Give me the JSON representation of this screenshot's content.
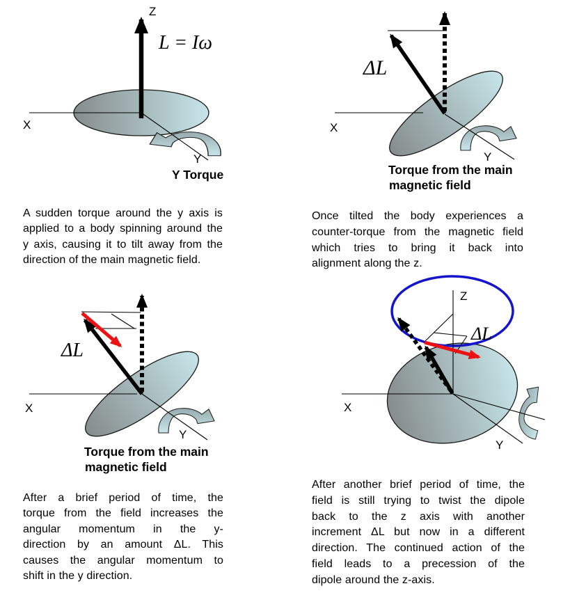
{
  "figure": {
    "title": "Precession of a spinning dipole in a magnetic field (4-panel diagram)",
    "colors": {
      "disk_dark": "#868c8c",
      "disk_light": "#c6e5e9",
      "arrow_dark": "#98acae",
      "arrow_light": "#c8e6ea",
      "arrow_red": "#ee1111",
      "precession_blue": "#1414cc",
      "ink": "#000000"
    },
    "panels": [
      {
        "id": "top-left",
        "z_label": "Z",
        "x_label": "X",
        "y_label": "Y",
        "equation": "L = Iω",
        "torque_label": "Y Torque",
        "caption_lines": [
          "A sudden torque around the y axis is",
          "applied to a body spinning around the",
          "y axis, causing it to tilt away from the",
          "direction of the main magnetic field."
        ]
      },
      {
        "id": "top-right",
        "x_label": "X",
        "y_label": "Y",
        "delta_label": "ΔL",
        "torque_label_line1": "Torque from the main",
        "torque_label_line2": "magnetic field",
        "caption_lines": [
          "Once tilted the body experiences a",
          "counter-torque from the magnetic field",
          "which tries to bring it back into",
          "alignment along the z."
        ]
      },
      {
        "id": "bottom-left",
        "x_label": "X",
        "y_label": "Y",
        "delta_label": "ΔL",
        "torque_label_line1": "Torque from the main",
        "torque_label_line2": "magnetic field",
        "caption_lines": [
          "After a brief period of time, the",
          "torque from the field increases the",
          "angular momentum in the y-",
          "direction by an amount ΔL.  This",
          "causes the angular momentum to",
          "shift in the y direction."
        ]
      },
      {
        "id": "bottom-right",
        "z_label": "Z",
        "x_label": "X",
        "y_label": "Y",
        "delta_label": "ΔL",
        "caption_lines": [
          "After another brief period of time, the",
          "field is still trying to twist the dipole",
          "back to the z axis with another",
          "increment ΔL but now in a different",
          "direction. The continued action of the",
          "field leads to a precession of the",
          "dipole around the z-axis."
        ]
      }
    ]
  }
}
